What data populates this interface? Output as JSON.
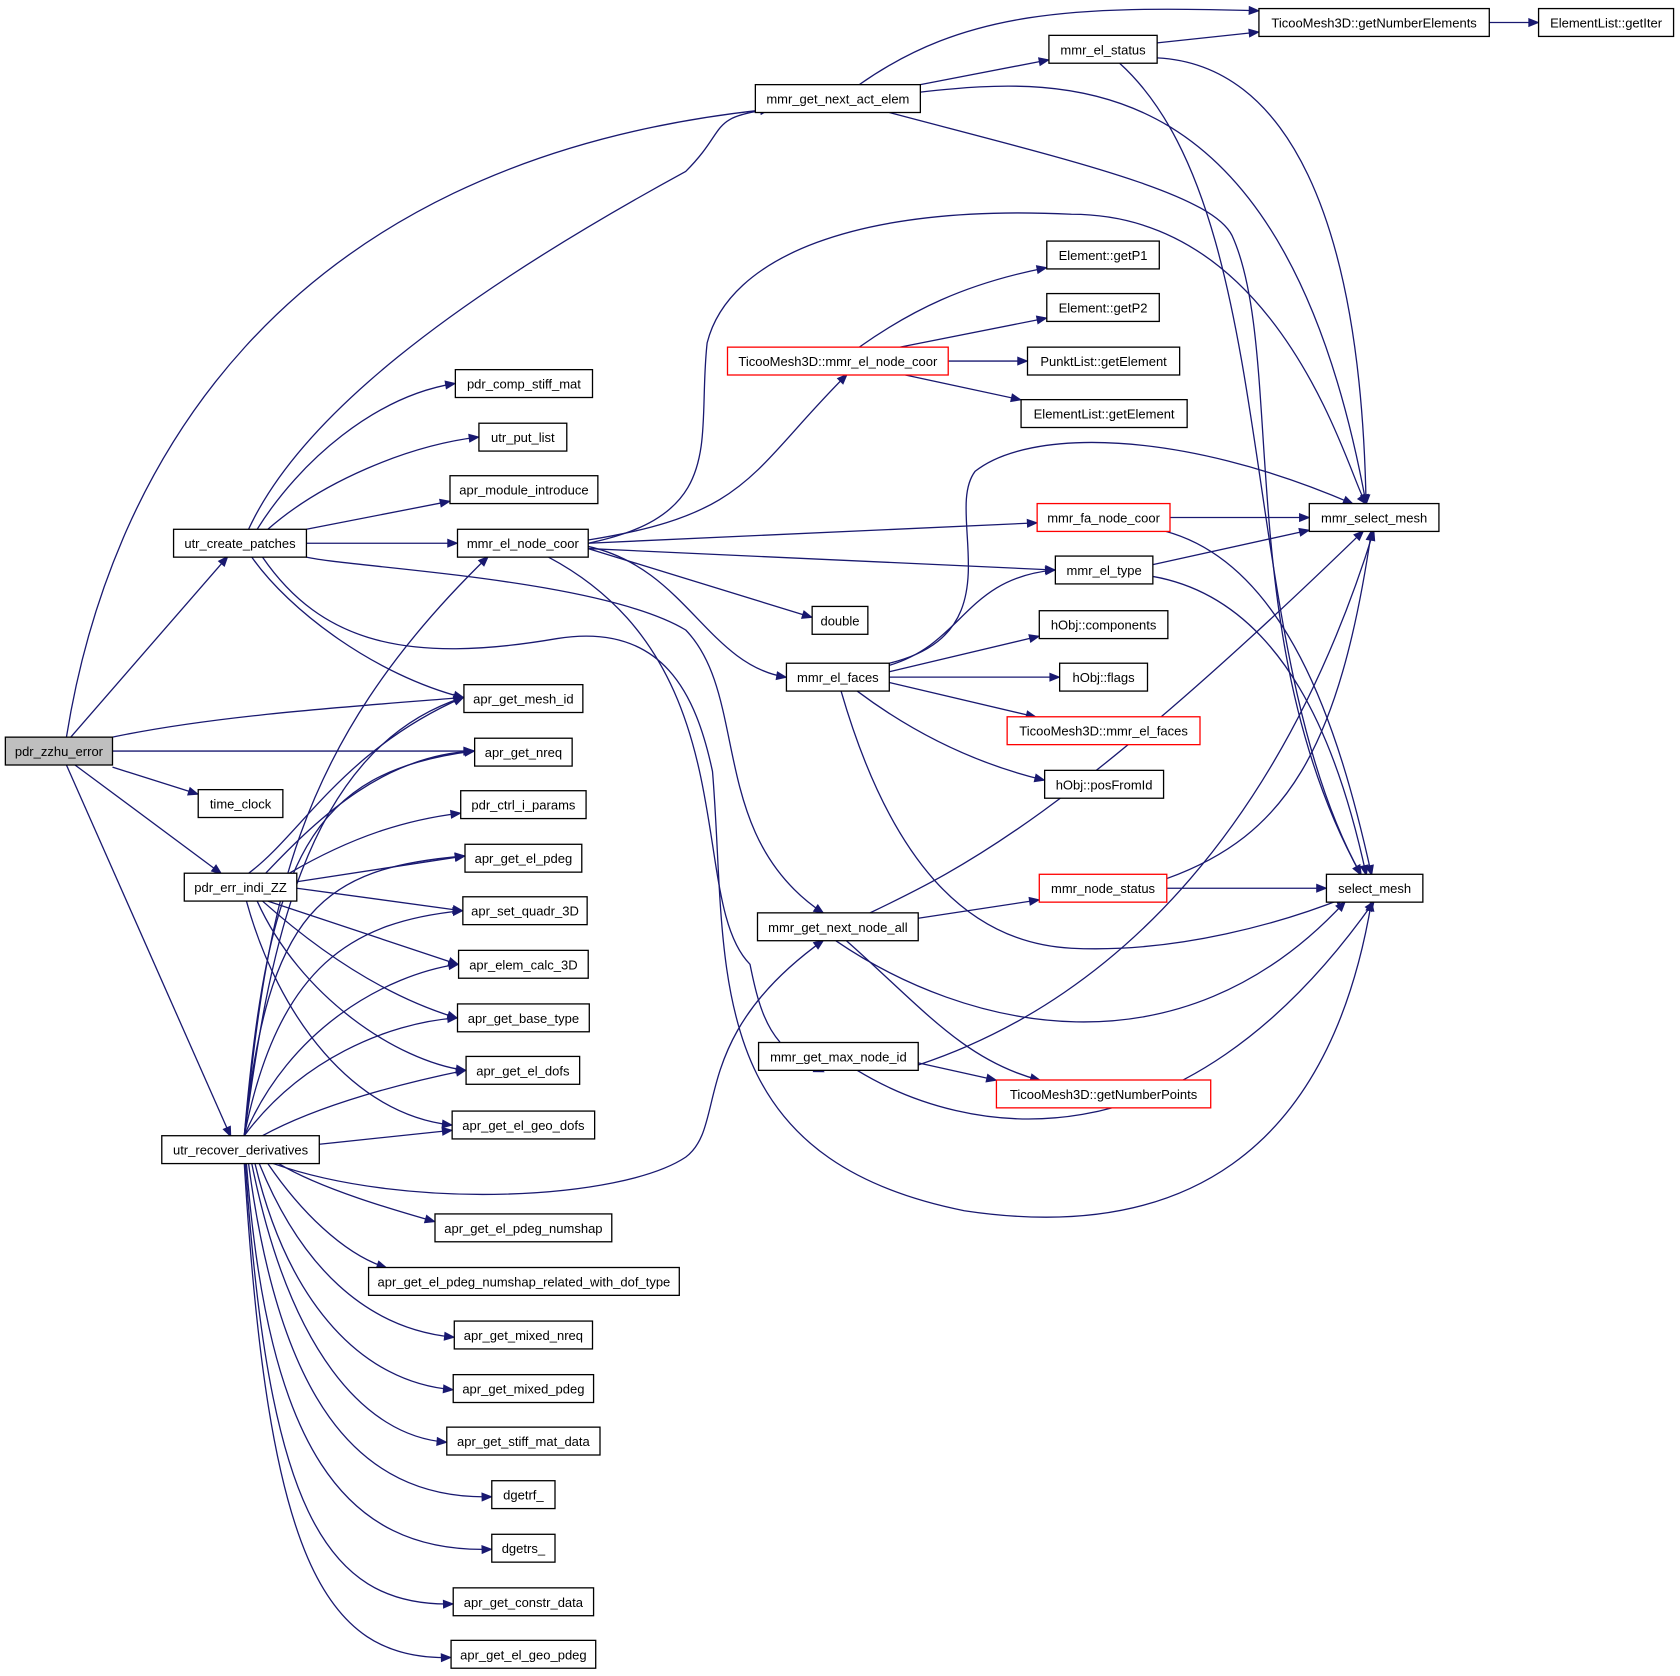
{
  "graph": {
    "root": "pdr_zzhu_error",
    "nodes": [
      {
        "id": "n_root",
        "label": "pdr_zzhu_error",
        "style": "root"
      },
      {
        "id": "n_utr_create",
        "label": "utr_create_patches"
      },
      {
        "id": "n_time_clock",
        "label": "time_clock"
      },
      {
        "id": "n_pdr_err_indi",
        "label": "pdr_err_indi_ZZ"
      },
      {
        "id": "n_utr_recover",
        "label": "utr_recover_derivatives"
      },
      {
        "id": "n_pdr_comp_stiff",
        "label": "pdr_comp_stiff_mat"
      },
      {
        "id": "n_utr_put_list",
        "label": "utr_put_list"
      },
      {
        "id": "n_apr_module",
        "label": "apr_module_introduce"
      },
      {
        "id": "n_mmr_el_node_coor",
        "label": "mmr_el_node_coor"
      },
      {
        "id": "n_apr_get_mesh_id",
        "label": "apr_get_mesh_id"
      },
      {
        "id": "n_apr_get_nreq",
        "label": "apr_get_nreq"
      },
      {
        "id": "n_pdr_ctrl",
        "label": "pdr_ctrl_i_params"
      },
      {
        "id": "n_apr_get_el_pdeg",
        "label": "apr_get_el_pdeg"
      },
      {
        "id": "n_apr_set_quadr",
        "label": "apr_set_quadr_3D"
      },
      {
        "id": "n_apr_elem_calc",
        "label": "apr_elem_calc_3D"
      },
      {
        "id": "n_apr_get_base_type",
        "label": "apr_get_base_type"
      },
      {
        "id": "n_apr_get_el_dofs",
        "label": "apr_get_el_dofs"
      },
      {
        "id": "n_apr_get_el_geo_dofs",
        "label": "apr_get_el_geo_dofs"
      },
      {
        "id": "n_apr_numshap",
        "label": "apr_get_el_pdeg_numshap"
      },
      {
        "id": "n_apr_numshap_rel",
        "label": "apr_get_el_pdeg_numshap_related_with_dof_type"
      },
      {
        "id": "n_apr_mixed_nreq",
        "label": "apr_get_mixed_nreq"
      },
      {
        "id": "n_apr_mixed_pdeg",
        "label": "apr_get_mixed_pdeg"
      },
      {
        "id": "n_apr_stiff_mat_data",
        "label": "apr_get_stiff_mat_data"
      },
      {
        "id": "n_dgetrf",
        "label": "dgetrf_"
      },
      {
        "id": "n_dgetrs",
        "label": "dgetrs_"
      },
      {
        "id": "n_apr_constr",
        "label": "apr_get_constr_data"
      },
      {
        "id": "n_apr_geo_pdeg",
        "label": "apr_get_el_geo_pdeg"
      },
      {
        "id": "n_mmr_next_act",
        "label": "mmr_get_next_act_elem"
      },
      {
        "id": "n_mmr_el_status",
        "label": "mmr_el_status"
      },
      {
        "id": "n_ticoo_num_el",
        "label": "TicooMesh3D::getNumberElements"
      },
      {
        "id": "n_ellist_getiter",
        "label": "ElementList::getIter"
      },
      {
        "id": "n_ticoo_node_coor",
        "label": "TicooMesh3D::mmr_el_node_coor",
        "style": "trunc"
      },
      {
        "id": "n_el_getp1",
        "label": "Element::getP1"
      },
      {
        "id": "n_el_getp2",
        "label": "Element::getP2"
      },
      {
        "id": "n_punkt_getel",
        "label": "PunktList::getElement"
      },
      {
        "id": "n_ellist_getel",
        "label": "ElementList::getElement"
      },
      {
        "id": "n_mmr_fa_node_coor",
        "label": "mmr_fa_node_coor",
        "style": "trunc"
      },
      {
        "id": "n_mmr_select_mesh",
        "label": "mmr_select_mesh"
      },
      {
        "id": "n_mmr_el_type",
        "label": "mmr_el_type"
      },
      {
        "id": "n_double",
        "label": "double"
      },
      {
        "id": "n_hobj_components",
        "label": "hObj::components"
      },
      {
        "id": "n_mmr_el_faces",
        "label": "mmr_el_faces"
      },
      {
        "id": "n_hobj_flags",
        "label": "hObj::flags"
      },
      {
        "id": "n_ticoo_el_faces",
        "label": "TicooMesh3D::mmr_el_faces",
        "style": "trunc"
      },
      {
        "id": "n_hobj_posfromid",
        "label": "hObj::posFromId"
      },
      {
        "id": "n_mmr_node_status",
        "label": "mmr_node_status",
        "style": "trunc"
      },
      {
        "id": "n_select_mesh",
        "label": "select_mesh"
      },
      {
        "id": "n_mmr_next_node_all",
        "label": "mmr_get_next_node_all"
      },
      {
        "id": "n_mmr_max_node_id",
        "label": "mmr_get_max_node_id"
      },
      {
        "id": "n_ticoo_num_pts",
        "label": "TicooMesh3D::getNumberPoints",
        "style": "trunc"
      }
    ]
  }
}
